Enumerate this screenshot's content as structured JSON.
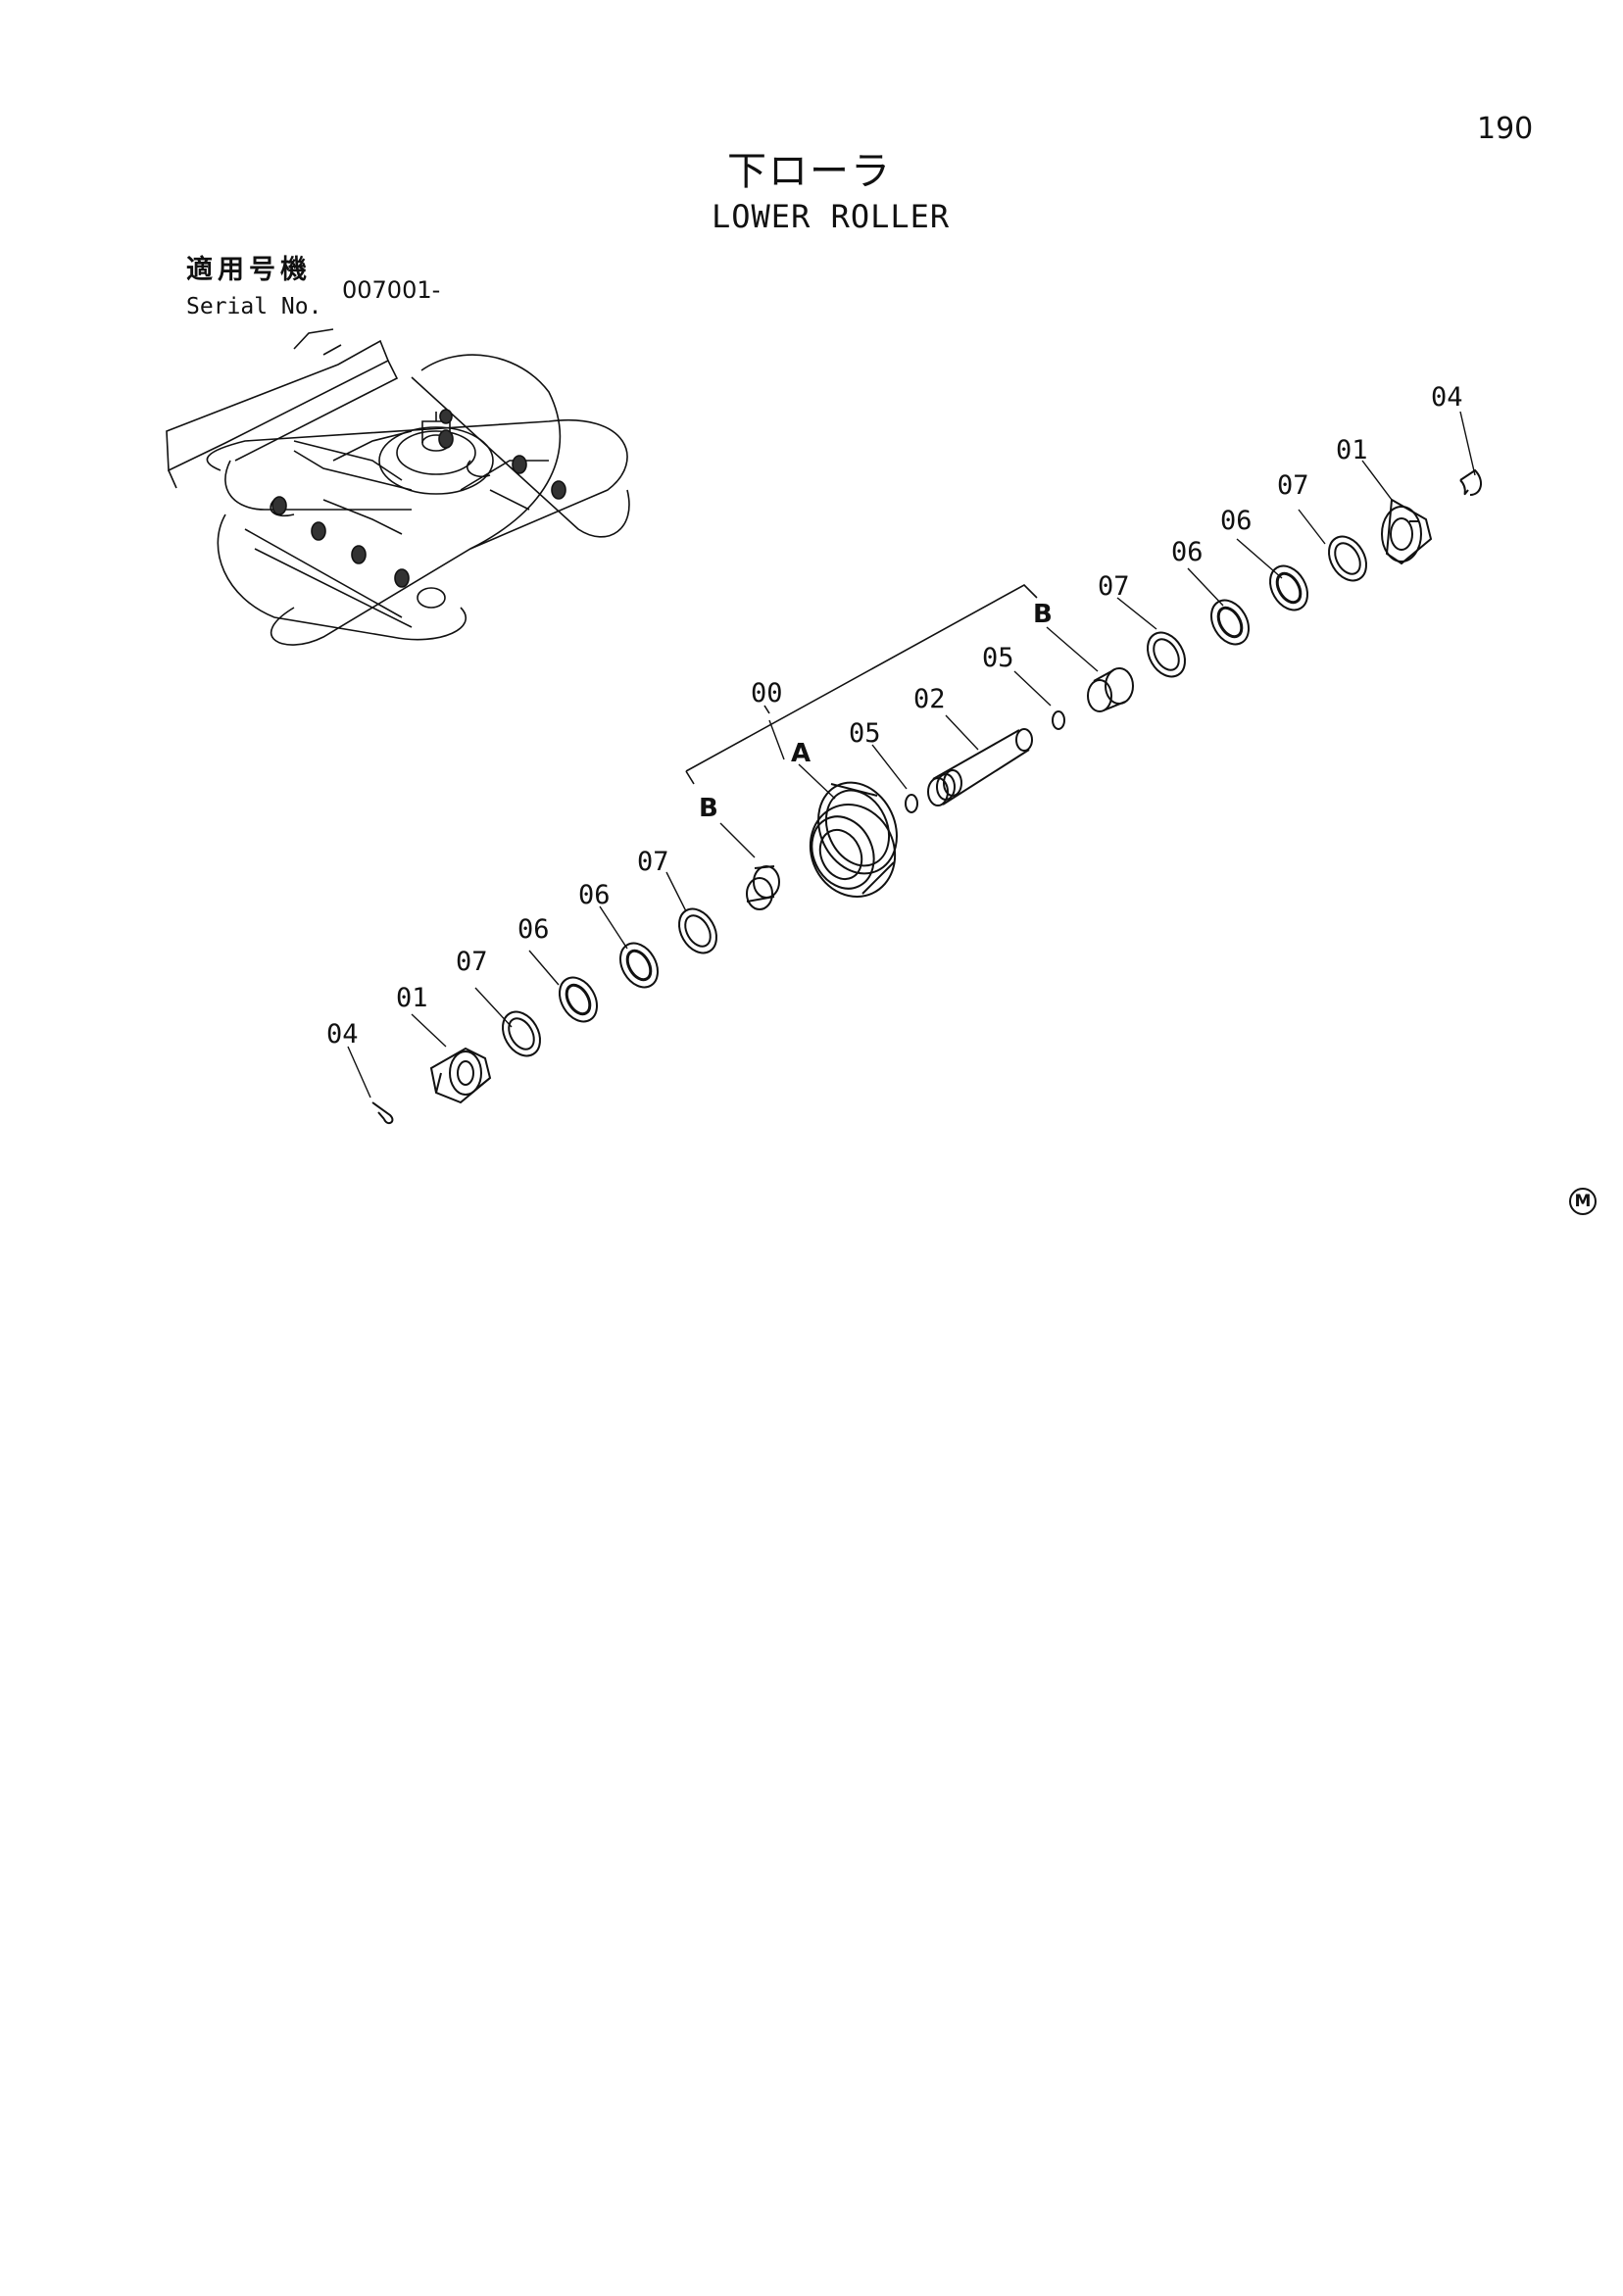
{
  "page": {
    "number": "190",
    "title_jp": "下ローラ",
    "title_en": "LOWER ROLLER",
    "serial_label_jp": "適用号機",
    "serial_label_en": "Serial No.",
    "serial_value": "007001-",
    "mark": "M"
  },
  "callouts": {
    "c00": "00",
    "cA": "A",
    "cB_left": "B",
    "cB_right": "B",
    "c01_left": "01",
    "c04_left": "04",
    "c07_l1": "07",
    "c06_l1": "06",
    "c06_l2": "06",
    "c07_l2": "07",
    "c05_left": "05",
    "c02": "02",
    "c05_right": "05",
    "c07_r1": "07",
    "c06_r1": "06",
    "c06_r2": "06",
    "c07_r2": "07",
    "c01_right": "01",
    "c04_right": "04"
  },
  "colors": {
    "ink": "#111111",
    "background": "#ffffff"
  }
}
